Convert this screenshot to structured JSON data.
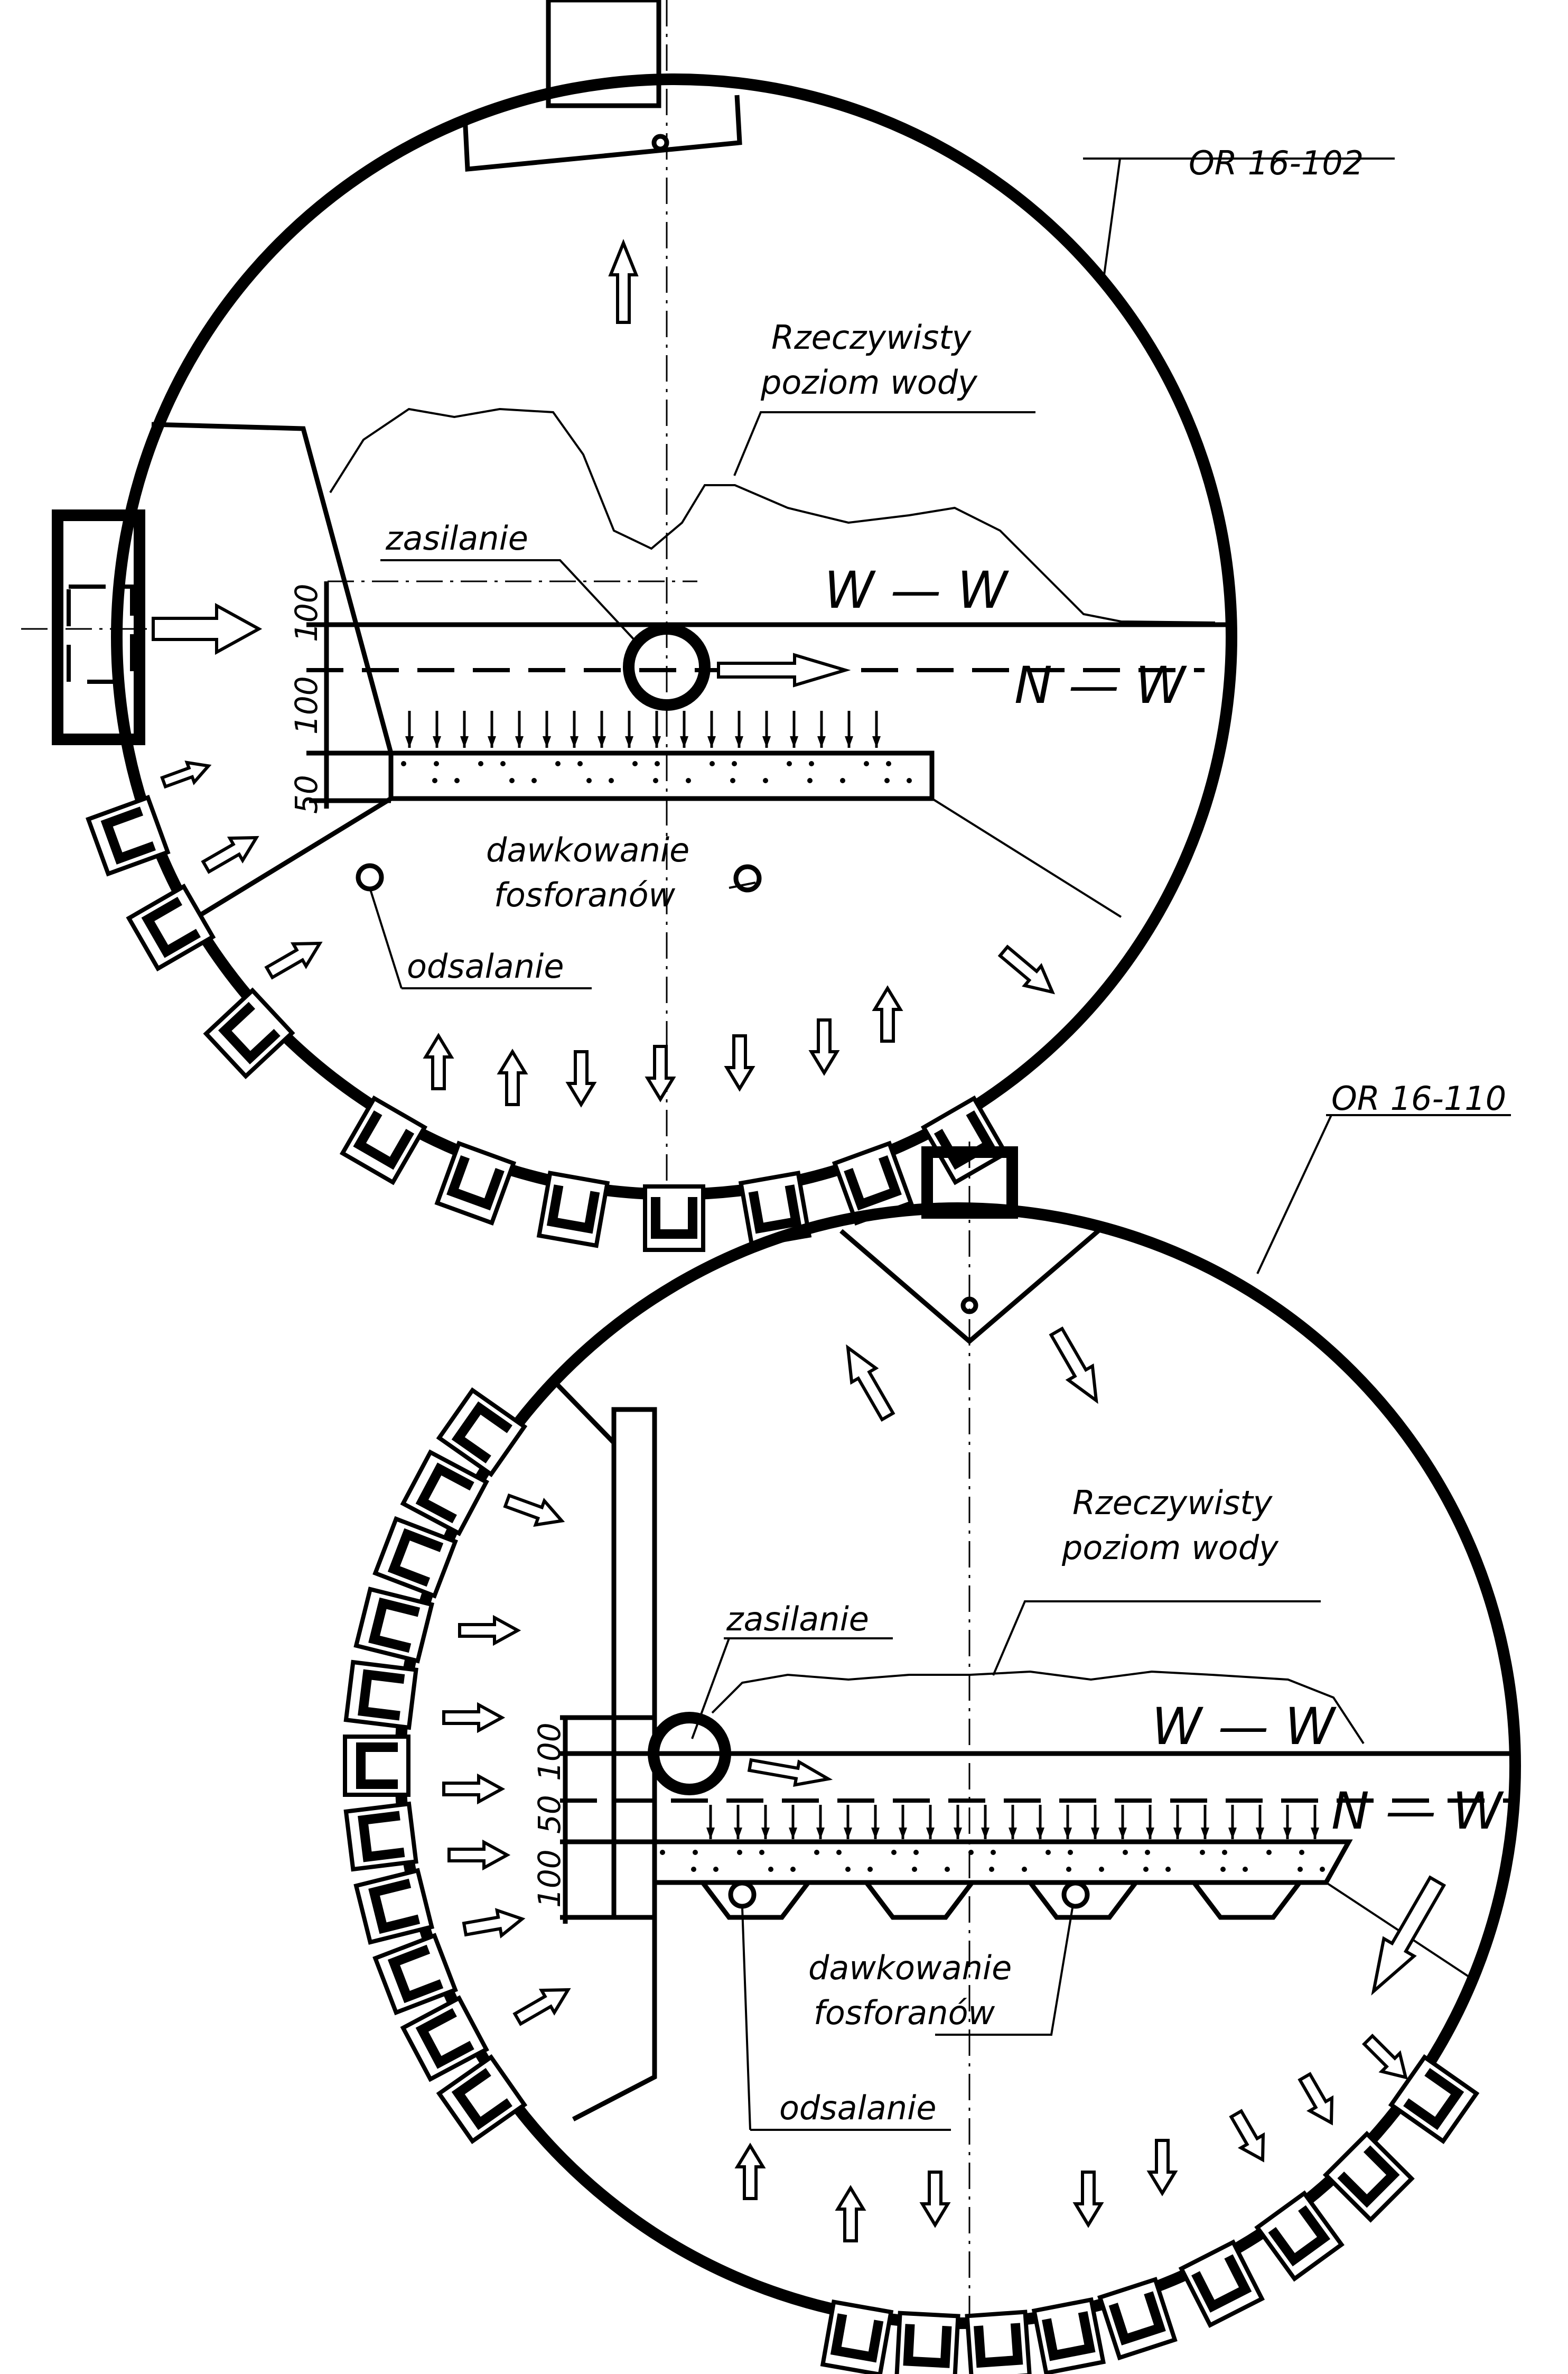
{
  "drum_top": {
    "designation": "OR 16-102",
    "water_level_label_1": "Rzeczywisty",
    "water_level_label_2": "poziom wody",
    "feed_label": "zasilanie",
    "high_level": "W — W",
    "low_level": "N — W",
    "dims": [
      "100",
      "100",
      "50"
    ],
    "dosing_label_1": "dawkowanie",
    "dosing_label_2": "fosforanów",
    "blowdown_label": "odsalanie"
  },
  "drum_bottom": {
    "designation": "OR 16-110",
    "water_level_label_1": "Rzeczywisty",
    "water_level_label_2": "poziom wody",
    "feed_label": "zasilanie",
    "high_level": "W — W",
    "low_level": "N — W",
    "dims": [
      "100",
      "50",
      "100"
    ],
    "dosing_label_1": "dawkowanie",
    "dosing_label_2": "fosforanów",
    "blowdown_label": "odsalanie"
  },
  "colors": {
    "ink": "#000000",
    "paper": "#ffffff"
  }
}
